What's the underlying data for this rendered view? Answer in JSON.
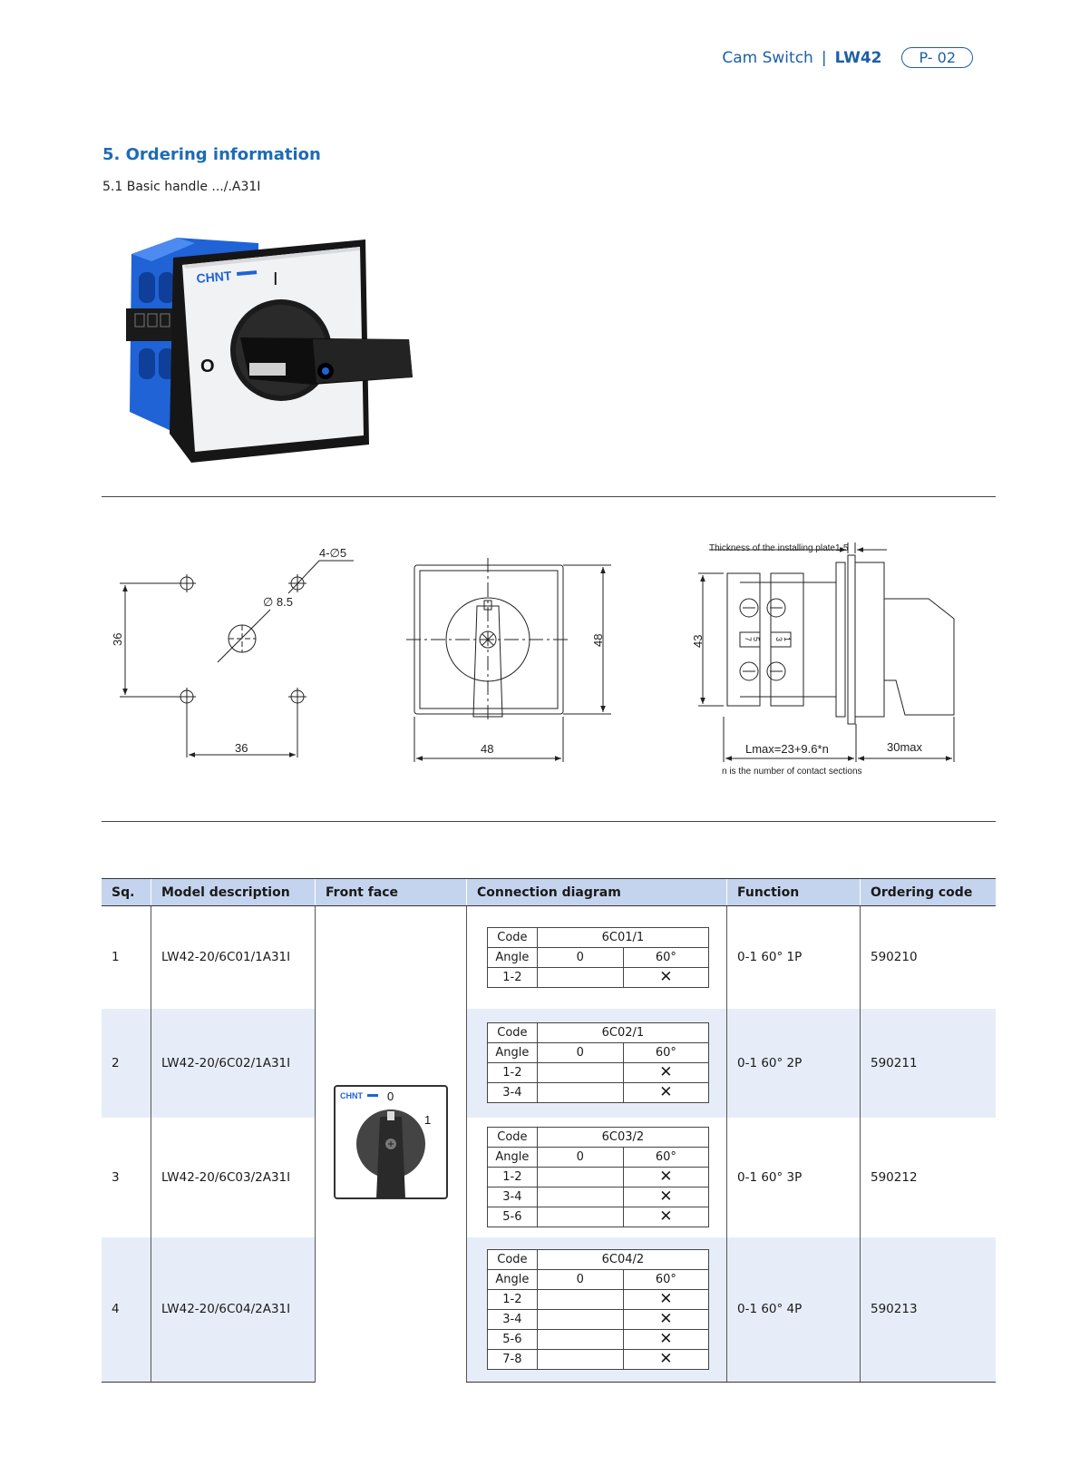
{
  "header": {
    "product": "Cam Switch",
    "separator": "|",
    "model": "LW42",
    "page": "P- 02"
  },
  "section": {
    "title": "5. Ordering information",
    "subtitle": "5.1 Basic handle .../.A31I"
  },
  "product_photo": {
    "brand_label": "CHNT",
    "mark_on": "I",
    "mark_off": "O"
  },
  "drawings": {
    "mounting": {
      "holes": "4-∅5",
      "center_hole": "∅ 8.5",
      "dim_vertical": "36",
      "dim_horizontal": "36"
    },
    "front": {
      "dim_vertical": "48",
      "dim_horizontal": "48"
    },
    "side": {
      "plate_note": "Thickness of the installing plate1-5",
      "dim_height": "43",
      "length": "Lmax=23+9.6*n",
      "handle_depth": "30max",
      "footnote": "n is the number of contact sections",
      "terminals": [
        "5",
        "7",
        "1",
        "3"
      ]
    }
  },
  "table": {
    "headers": [
      "Sq.",
      "Model description",
      "Front face",
      "Connection diagram",
      "Function",
      "Ordering code"
    ],
    "front_face": {
      "brand": "CHNT",
      "pos0": "0",
      "pos1": "1"
    },
    "diagram_labels": {
      "code": "Code",
      "angle": "Angle",
      "angle_0": "0",
      "angle_60": "60°",
      "mark": "✕"
    },
    "rows": [
      {
        "sq": "1",
        "model": "LW42-20/6C01/1A31I",
        "code": "6C01/1",
        "contacts": [
          "1-2"
        ],
        "function": "0-1 60° 1P",
        "ordering": "590210"
      },
      {
        "sq": "2",
        "model": "LW42-20/6C02/1A31I",
        "code": "6C02/1",
        "contacts": [
          "1-2",
          "3-4"
        ],
        "function": "0-1 60° 2P",
        "ordering": "590211"
      },
      {
        "sq": "3",
        "model": "LW42-20/6C03/2A31I",
        "code": "6C03/2",
        "contacts": [
          "1-2",
          "3-4",
          "5-6"
        ],
        "function": "0-1 60° 3P",
        "ordering": "590212"
      },
      {
        "sq": "4",
        "model": "LW42-20/6C04/2A31I",
        "code": "6C04/2",
        "contacts": [
          "1-2",
          "3-4",
          "5-6",
          "7-8"
        ],
        "function": "0-1 60° 4P",
        "ordering": "590213"
      }
    ]
  }
}
